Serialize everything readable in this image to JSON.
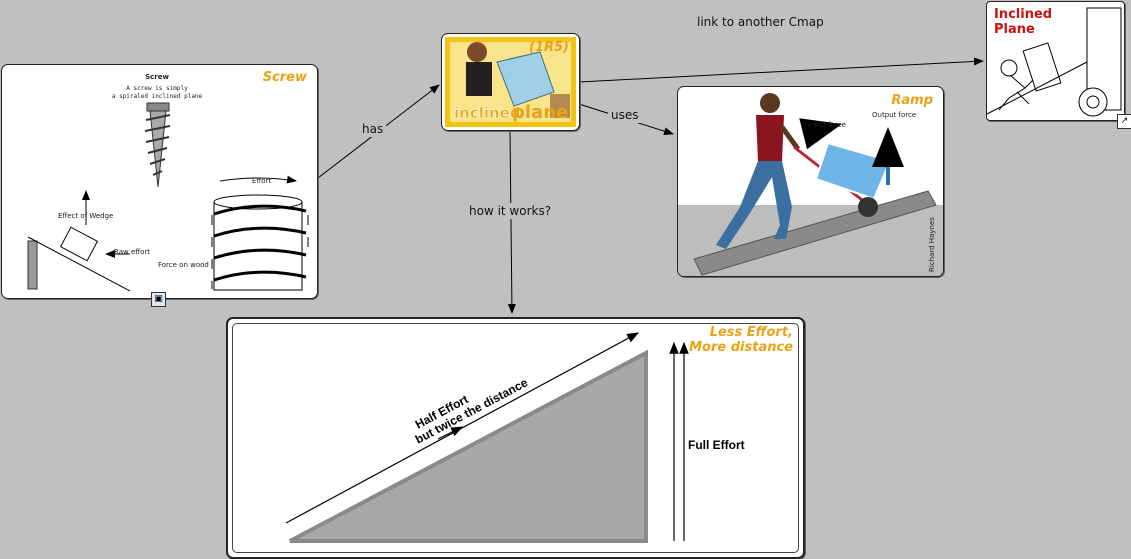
{
  "nodes": {
    "screw": {
      "title": "Screw",
      "caption_title": "Screw",
      "caption_line1": "A screw is simply",
      "caption_line2": "a spiraled inclined plane",
      "label_effort": "Effort",
      "label_effect_wedge": "Effect of Wedge",
      "label_raw_effort": "Raw effort",
      "label_force_wood": "Force on wood"
    },
    "main": {
      "tag": "(1R5)",
      "word1": "inclined",
      "word2": "plane"
    },
    "ramp": {
      "title": "Ramp",
      "label_input": "Input force",
      "label_output": "Output force",
      "credit": "Richard Haynes"
    },
    "linked": {
      "title_line1": "Inclined",
      "title_line2": "Plane"
    },
    "works": {
      "title_line1": "Less Effort,",
      "title_line2": "More distance",
      "half_line1": "Half Effort",
      "half_line2": "but twice the distance",
      "full": "Full Effort"
    }
  },
  "edges": {
    "has": "has",
    "uses": "uses",
    "how": "how it works?",
    "link": "link to another Cmap"
  },
  "colors": {
    "background": "#c0c0c0",
    "title_orange": "#e8a317",
    "title_red": "#cc1111",
    "ramp_gray": "#a8a8a8"
  }
}
